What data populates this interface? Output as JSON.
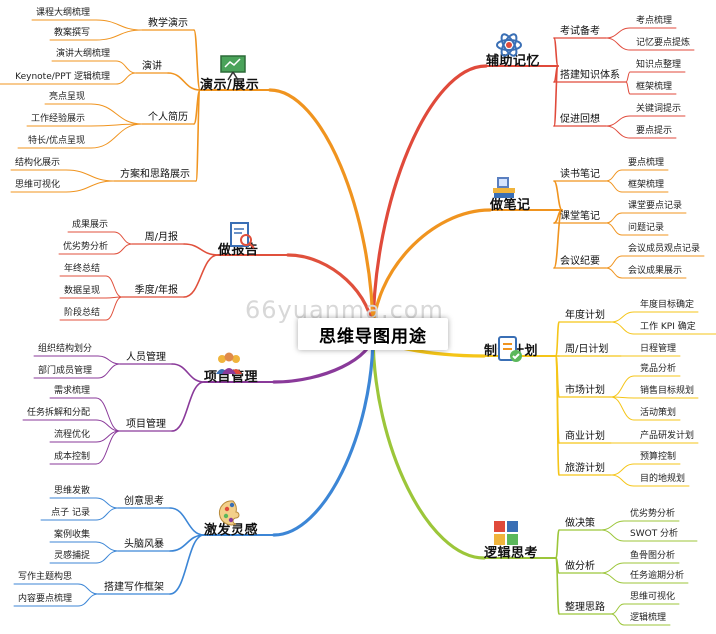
{
  "center_title": "思维导图用途",
  "watermark": "66yuanma.com",
  "branches": [
    {
      "id": "b1",
      "label": "辅助记忆",
      "color": "#e04a3b",
      "icon": "atom-icon",
      "children": [
        {
          "label": "考试备考",
          "items": [
            "考点梳理",
            "记忆要点提炼"
          ]
        },
        {
          "label": "搭建知识体系",
          "items": [
            "知识点整理",
            "框架梳理"
          ]
        },
        {
          "label": "促进回想",
          "items": [
            "关键词提示",
            "要点提示"
          ]
        }
      ]
    },
    {
      "id": "b2",
      "label": "做笔记",
      "color": "#f0941f",
      "icon": "book-icon",
      "children": [
        {
          "label": "读书笔记",
          "items": [
            "要点梳理",
            "框架梳理"
          ]
        },
        {
          "label": "课堂笔记",
          "items": [
            "课堂要点记录",
            "问题记录"
          ]
        },
        {
          "label": "会议纪要",
          "items": [
            "会议成员观点记录",
            "会议成果展示"
          ]
        }
      ]
    },
    {
      "id": "b3",
      "label": "制订计划",
      "color": "#f5c518",
      "icon": "checklist-icon",
      "children": [
        {
          "label": "年度计划",
          "items": [
            "年度目标确定",
            "工作 KPI 确定"
          ]
        },
        {
          "label": "周/日计划",
          "items": [
            "日程管理"
          ]
        },
        {
          "label": "市场计划",
          "items": [
            "竞品分析",
            "销售目标规划",
            "活动策划"
          ]
        },
        {
          "label": "商业计划",
          "items": [
            "产品研发计划"
          ]
        },
        {
          "label": "旅游计划",
          "items": [
            "预算控制",
            "目的地规划"
          ]
        }
      ]
    },
    {
      "id": "b4",
      "label": "逻辑思考",
      "color": "#9cc63a",
      "icon": "puzzle-icon",
      "children": [
        {
          "label": "做决策",
          "items": [
            "优劣势分析",
            "SWOT 分析"
          ]
        },
        {
          "label": "做分析",
          "items": [
            "鱼骨图分析",
            "任务逾期分析"
          ]
        },
        {
          "label": "整理思路",
          "items": [
            "思维可视化",
            "逻辑梳理"
          ]
        }
      ]
    },
    {
      "id": "b5",
      "label": "演示/展示",
      "color": "#f0941f",
      "icon": "presentation-icon",
      "children": [
        {
          "label": "教学演示",
          "items": [
            "课程大纲梳理",
            "教案撰写"
          ]
        },
        {
          "label": "演讲",
          "items": [
            "演讲大纲梳理",
            "Keynote/PPT 逻辑梳理"
          ]
        },
        {
          "label": "个人简历",
          "items": [
            "亮点呈现",
            "工作经验展示",
            "特长/优点呈现"
          ]
        },
        {
          "label": "方案和思路展示",
          "items": [
            "结构化展示",
            "思维可视化"
          ]
        }
      ]
    },
    {
      "id": "b6",
      "label": "做报告",
      "color": "#e0503c",
      "icon": "report-icon",
      "children": [
        {
          "label": "周/月报",
          "items": [
            "成果展示",
            "优劣势分析"
          ]
        },
        {
          "label": "季度/年报",
          "items": [
            "年终总结",
            "数据呈现",
            "阶段总结"
          ]
        }
      ]
    },
    {
      "id": "b7",
      "label": "项目管理",
      "color": "#8a3a9a",
      "icon": "team-icon",
      "children": [
        {
          "label": "人员管理",
          "items": [
            "组织结构划分",
            "部门成员管理"
          ]
        },
        {
          "label": "项目管理",
          "items": [
            "需求梳理",
            "任务拆解和分配",
            "流程优化",
            "成本控制"
          ]
        }
      ]
    },
    {
      "id": "b8",
      "label": "激发灵感",
      "color": "#3c86d6",
      "icon": "palette-icon",
      "children": [
        {
          "label": "创意思考",
          "items": [
            "思维发散",
            "点子 记录"
          ]
        },
        {
          "label": "头脑风暴",
          "items": [
            "案例收集",
            "灵感捕捉"
          ]
        },
        {
          "label": "搭建写作框架",
          "items": [
            "写作主题构思",
            "内容要点梳理"
          ]
        }
      ]
    }
  ]
}
